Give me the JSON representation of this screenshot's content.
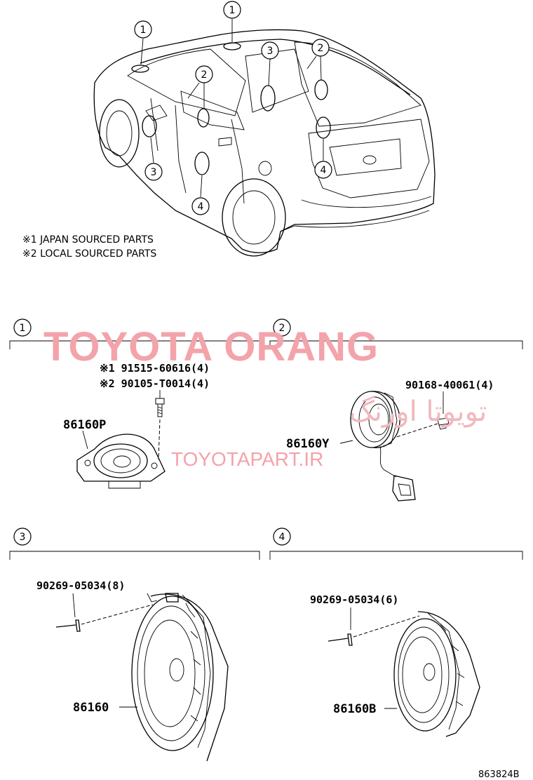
{
  "watermark": {
    "brand": "TOYOTA ORANG",
    "persian": "تویوتا اورنگ",
    "url": "TOYOTAPART.IR"
  },
  "notes": {
    "note1": "※1 JAPAN SOURCED PARTS",
    "note2": "※2 LOCAL SOURCED PARTS"
  },
  "callouts": [
    "1",
    "2",
    "3",
    "4"
  ],
  "sections": {
    "s1": {
      "number": "1",
      "part": "86160P",
      "bolt1": "※1 91515-60616(4)",
      "bolt2": "※2 90105-T0014(4)"
    },
    "s2": {
      "number": "2",
      "part": "86160Y",
      "bolt": "90168-40061(4)"
    },
    "s3": {
      "number": "3",
      "part": "86160",
      "rivet": "90269-05034(8)"
    },
    "s4": {
      "number": "4",
      "part": "86160B",
      "rivet": "90269-05034(6)"
    }
  },
  "diagram_id": "863824B"
}
